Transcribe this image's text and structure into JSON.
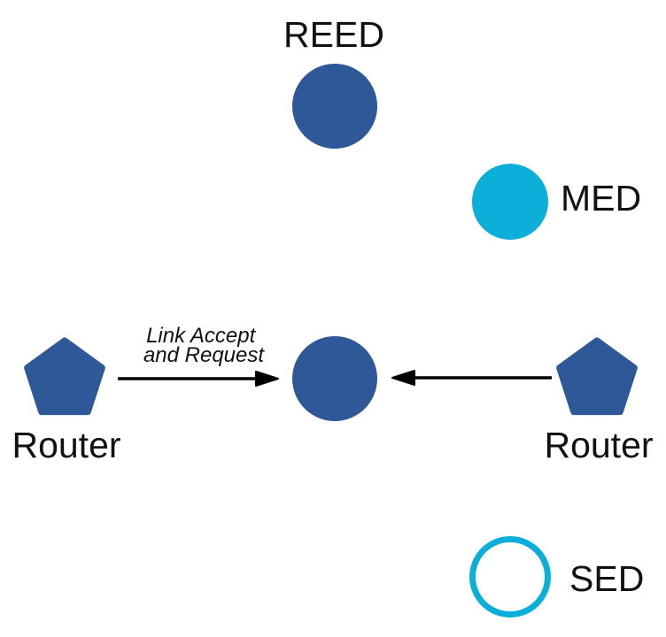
{
  "colors": {
    "node_blue": "#2E5898",
    "node_cyan": "#0BAFD9",
    "arrow": "#000000",
    "label": "#111111",
    "background": "#ffffff"
  },
  "nodes": {
    "reed": {
      "label": "REED",
      "shape": "circle",
      "color": "#2E5898"
    },
    "med": {
      "label": "MED",
      "shape": "circle",
      "color": "#0BAFD9"
    },
    "sed": {
      "label": "SED",
      "shape": "circle-outline",
      "color": "#0BAFD9"
    },
    "router_left": {
      "label": "Router",
      "shape": "pentagon",
      "color": "#2E5898"
    },
    "router_right": {
      "label": "Router",
      "shape": "pentagon",
      "color": "#2E5898"
    },
    "center": {
      "label": "",
      "shape": "circle",
      "color": "#2E5898"
    }
  },
  "annotations": {
    "line1": "Link Accept",
    "line2": "and Request"
  },
  "edges": [
    {
      "from": "router_left",
      "to": "center",
      "type": "arrow",
      "label": "Link Accept and Request"
    },
    {
      "from": "router_right",
      "to": "center",
      "type": "arrow",
      "label": ""
    }
  ]
}
